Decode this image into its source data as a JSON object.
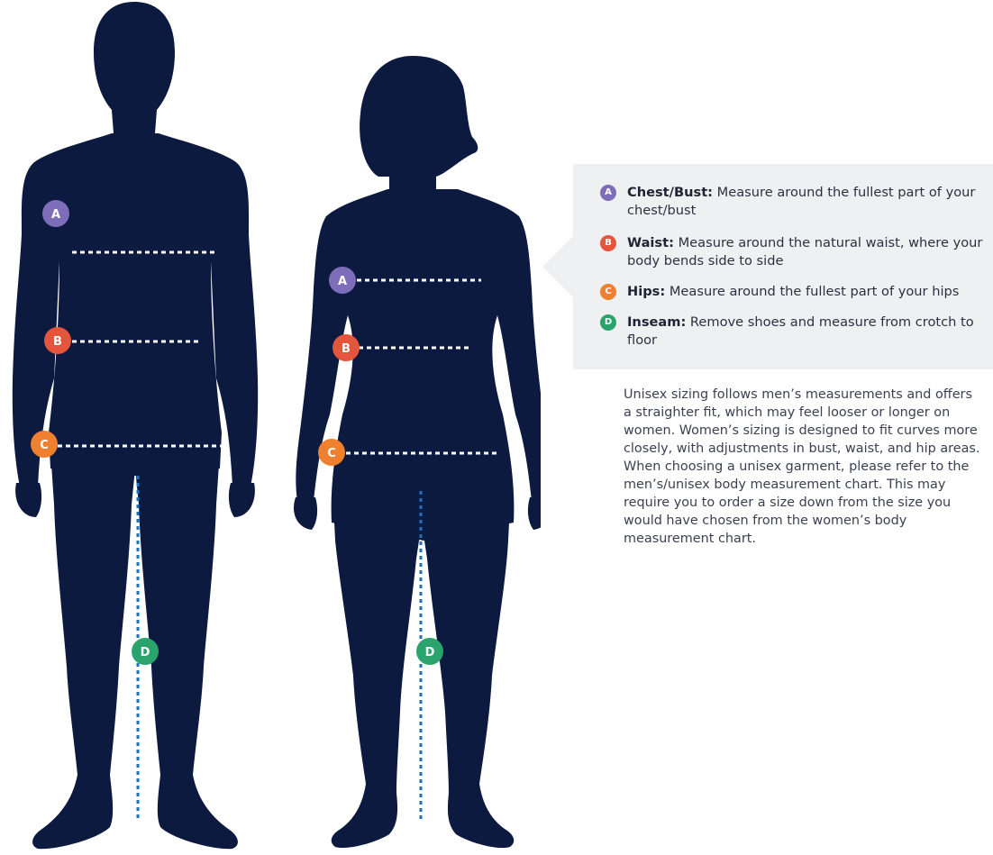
{
  "colors": {
    "figure": "#0c1a40",
    "a": "#7e6db8",
    "b": "#e4553b",
    "c": "#ef8030",
    "d": "#2aa36c",
    "white_dash": "#ffffff",
    "inseam_dash": "#1a73c2",
    "panel": "#eef0f2"
  },
  "badges": {
    "a": "A",
    "b": "B",
    "c": "C",
    "d": "D"
  },
  "legend": {
    "items": [
      {
        "key": "a",
        "letter": "A",
        "term": "Chest/Bust:",
        "desc": " Measure around the fullest part of your chest/bust"
      },
      {
        "key": "b",
        "letter": "B",
        "term": "Waist:",
        "desc": " Measure around the natural waist, where your body bends side to side"
      },
      {
        "key": "c",
        "letter": "C",
        "term": "Hips:",
        "desc": " Measure around the fullest part of your hips"
      },
      {
        "key": "d",
        "letter": "D",
        "term": "Inseam:",
        "desc": " Remove shoes and measure from crotch to floor"
      }
    ]
  },
  "note": "Unisex sizing follows men’s measurements and offers a straighter fit, which may feel looser or longer on women. Women’s sizing is designed to fit curves more closely, with adjustments in bust, waist, and hip areas. When choosing a unisex garment, please refer to the men’s/unisex body measurement chart. This may require you to order a size down from the size you would have chosen from the women’s body measurement chart."
}
